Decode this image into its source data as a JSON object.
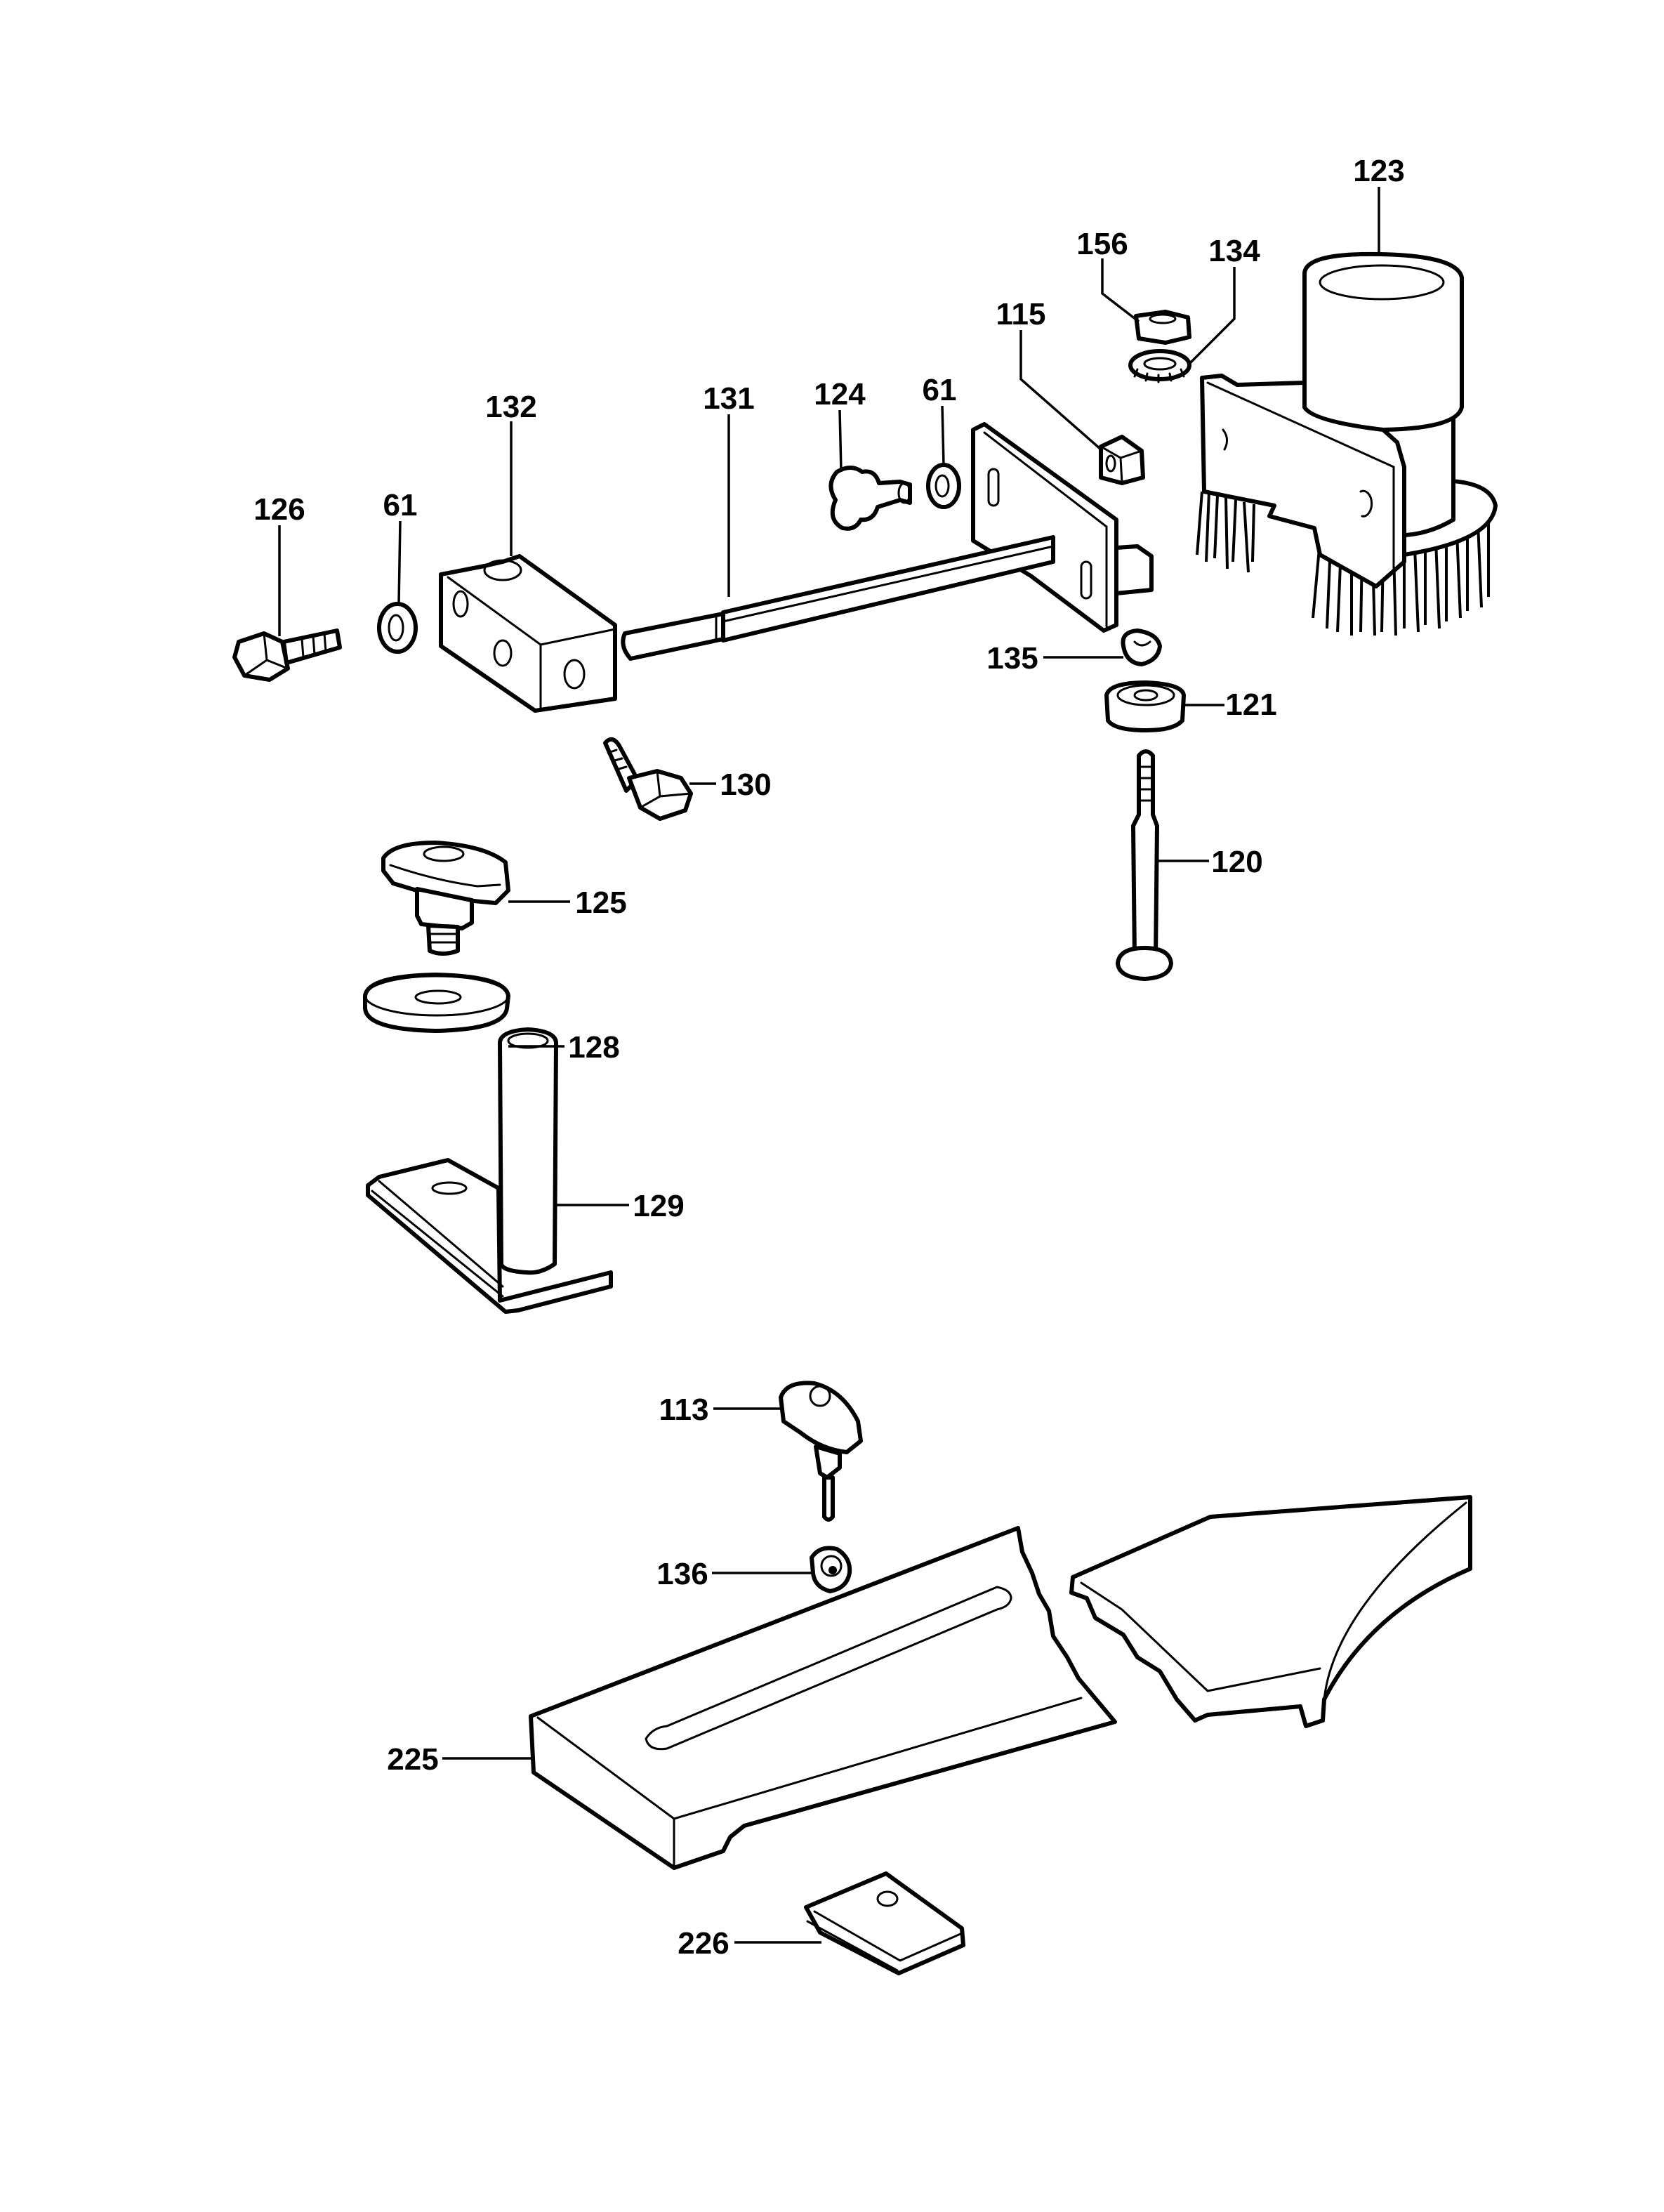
{
  "diagram": {
    "type": "exploded-parts-diagram",
    "background": "#ffffff",
    "ink_color": "#000000",
    "parts": [
      {
        "id": "p123",
        "number": "123",
        "description": "dust extraction brush hood"
      },
      {
        "id": "p156",
        "number": "156",
        "description": "hex nut"
      },
      {
        "id": "p134",
        "number": "134",
        "description": "serrated lock washer"
      },
      {
        "id": "p115",
        "number": "115",
        "description": "square nut"
      },
      {
        "id": "p132",
        "number": "132",
        "description": "clamp block"
      },
      {
        "id": "p131",
        "number": "131",
        "description": "guide rod with bracket plate"
      },
      {
        "id": "p124",
        "number": "124",
        "description": "star knob screw"
      },
      {
        "id": "p61a",
        "number": "61",
        "description": "washer"
      },
      {
        "id": "p126",
        "number": "126",
        "description": "hex bolt"
      },
      {
        "id": "p61b",
        "number": "61",
        "description": "washer"
      },
      {
        "id": "p135",
        "number": "135",
        "description": "retaining clip"
      },
      {
        "id": "p121",
        "number": "121",
        "description": "ball bearing"
      },
      {
        "id": "p130",
        "number": "130",
        "description": "hex bolt"
      },
      {
        "id": "p120",
        "number": "120",
        "description": "bearing shaft pin"
      },
      {
        "id": "p125",
        "number": "125",
        "description": "wing knob screw"
      },
      {
        "id": "p128",
        "number": "128",
        "description": "flat washer"
      },
      {
        "id": "p129",
        "number": "129",
        "description": "post with base plate"
      },
      {
        "id": "p113",
        "number": "113",
        "description": "wing knob screw"
      },
      {
        "id": "p136",
        "number": "136",
        "description": "washer"
      },
      {
        "id": "p225",
        "number": "225",
        "description": "base plate / table (broken view)"
      },
      {
        "id": "p226",
        "number": "226",
        "description": "slot nut"
      }
    ]
  }
}
